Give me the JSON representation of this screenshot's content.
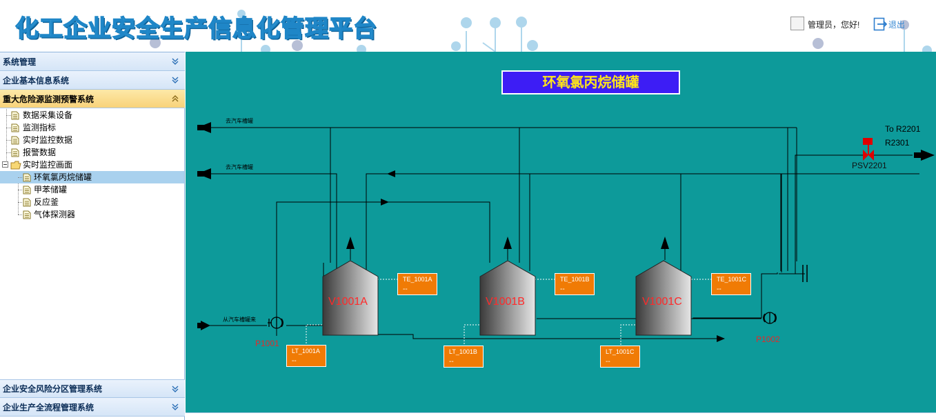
{
  "header": {
    "title": "化工企业安全生产信息化管理平台",
    "greeting": "管理员，您好!",
    "logout_label": "退出"
  },
  "sidebar": {
    "sections": [
      {
        "label": "系统管理",
        "state": "collapsed"
      },
      {
        "label": "企业基本信息系统",
        "state": "collapsed"
      },
      {
        "label": "重大危险源监测预警系统",
        "state": "expanded"
      },
      {
        "label": "企业安全风险分区管理系统",
        "state": "collapsed"
      },
      {
        "label": "企业生产全流程管理系统",
        "state": "collapsed"
      }
    ],
    "tree": [
      {
        "label": "数据采集设备",
        "icon": "page-icon"
      },
      {
        "label": "监测指标",
        "icon": "page-icon"
      },
      {
        "label": "实时监控数据",
        "icon": "page-icon"
      },
      {
        "label": "报警数据",
        "icon": "page-icon"
      },
      {
        "label": "实时监控画面",
        "icon": "folder-icon"
      },
      {
        "label": "环氧氯丙烷储罐",
        "icon": "page-icon",
        "selected": true
      },
      {
        "label": "甲苯储罐",
        "icon": "page-icon"
      },
      {
        "label": "反应釜",
        "icon": "page-icon"
      },
      {
        "label": "气体探测器",
        "icon": "page-icon"
      }
    ]
  },
  "process": {
    "banner": "环氧氯丙烷储罐",
    "vessels": [
      "V1001A",
      "V1001B",
      "V1001C"
    ],
    "temperature_tags": [
      {
        "name": "TE_1001A",
        "value": "--"
      },
      {
        "name": "TE_1001B",
        "value": "--"
      },
      {
        "name": "TE_1001C",
        "value": "--"
      }
    ],
    "level_tags": [
      {
        "name": "LT_1001A",
        "value": "--"
      },
      {
        "name": "LT_1001B",
        "value": "--"
      },
      {
        "name": "LT_1001C",
        "value": "--"
      }
    ],
    "pumps": [
      "P1001",
      "P1002"
    ],
    "valve": "PSV2201",
    "destination_line1": "To R2201",
    "destination_line2": "R2301",
    "pipe_labels": [
      "去汽车槽罐",
      "去汽车槽罐",
      "从汽车槽罐来"
    ]
  },
  "colors": {
    "canvas": "#0d9a9a",
    "banner_bg": "#3d1df5",
    "banner_text": "#ffe51a",
    "tag_bg": "#f07b05",
    "vessel_label": "#ff2a2a",
    "accordion_open": "#f8d27a"
  }
}
